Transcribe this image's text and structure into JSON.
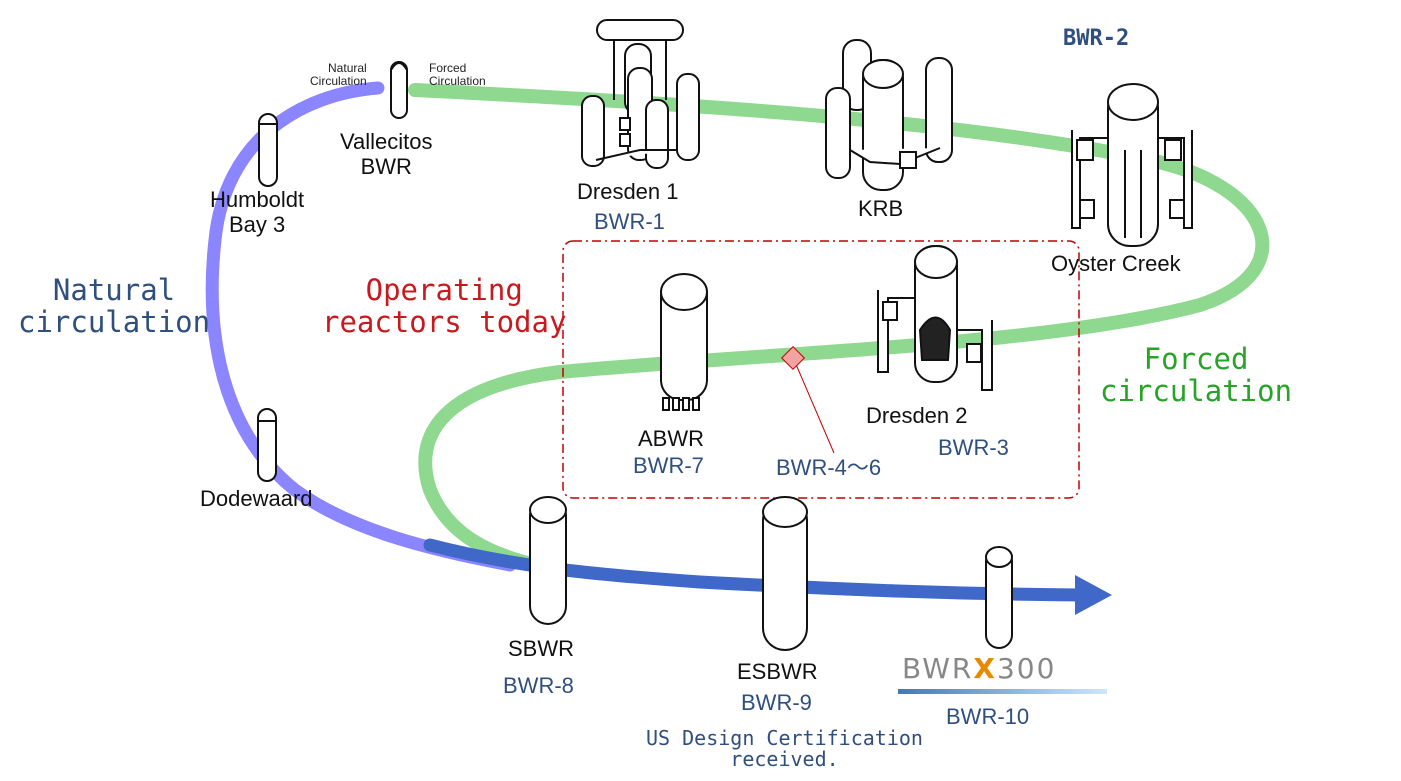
{
  "timeline": {
    "labels": {
      "bwr2": "BWR-2",
      "natural_small": "Natural\nCirculation",
      "forced_small": "Forced\nCirculation",
      "vallecitos": "Vallecitos\nBWR",
      "humboldt": "Humboldt\nBay 3",
      "dresden1": "Dresden 1",
      "bwr1": "BWR-1",
      "krb": "KRB",
      "oyster": "Oyster Creek",
      "natural_circulation": "Natural\ncirculation",
      "operating_today": "Operating\nreactors today",
      "forced_circulation": "Forced\ncirculation",
      "abwr": "ABWR",
      "bwr7": "BWR-7",
      "bwr46": "BWR-4〜6",
      "dresden2": "Dresden 2",
      "bwr3": "BWR-3",
      "dodewaard": "Dodewaard",
      "sbwr": "SBWR",
      "bwr8": "BWR-8",
      "esbwr": "ESBWR",
      "bwr9": "BWR-9",
      "us_cert": "US Design Certification\nreceived.",
      "bwrx_brand_prefix": "BWR",
      "bwrx_brand_x": "X",
      "bwrx_brand_suffix": "300",
      "bwr10": "BWR-10"
    },
    "colors": {
      "natural_track": "#8b85ff",
      "forced_track": "#8fd88f",
      "future_arrow": "#3f68c8",
      "operating_box": "#c00000",
      "marker": "#f4a3a3"
    }
  }
}
